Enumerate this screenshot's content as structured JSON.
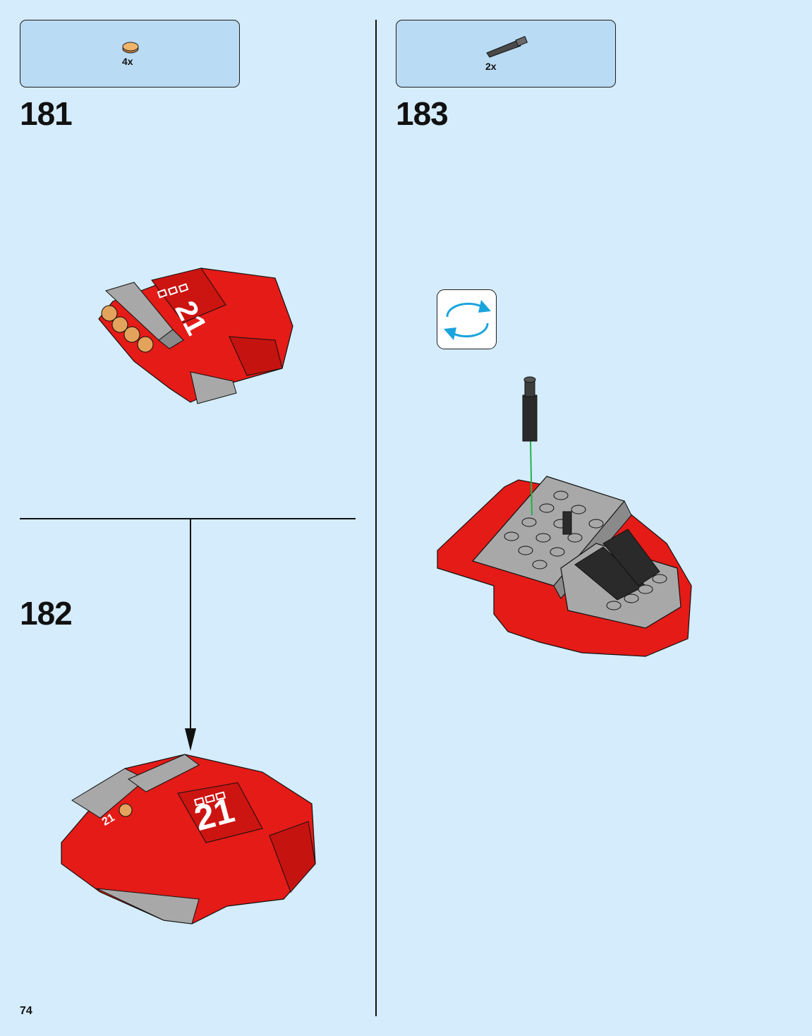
{
  "page": {
    "number": "74"
  },
  "steps": [
    {
      "id": "181",
      "parts": [
        {
          "icon": "round-tile-icon",
          "color": "#e3a35c",
          "quantity": "4x"
        }
      ]
    },
    {
      "id": "182"
    },
    {
      "id": "183",
      "parts": [
        {
          "icon": "axle-pin-icon",
          "color": "#4a4a4a",
          "quantity": "2x"
        }
      ],
      "rotate_hint": "rotate-icon"
    }
  ],
  "colors": {
    "background": "#d4ecfb",
    "parts_box": "#b9dbf3",
    "brick_red": "#e41b17",
    "brick_gray": "#a8a8a8",
    "brick_dark": "#2a2a2a",
    "rotate_arrow": "#1aa4dc",
    "insert_line": "#21b24b"
  }
}
